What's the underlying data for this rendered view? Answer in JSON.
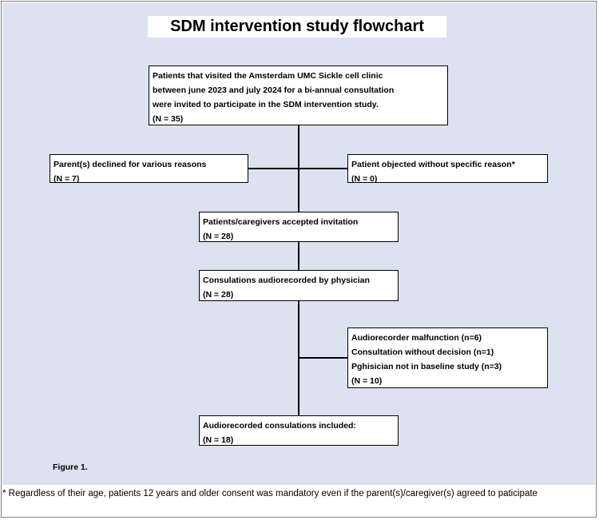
{
  "title": "SDM intervention study flowchart",
  "boxes": {
    "invited": {
      "lines": [
        "Patients that visited the Amsterdam UMC Sickle cell clinic",
        "between june 2023 and july 2024 for a bi-annual consultation",
        "were invited to participate in the SDM intervention study.",
        "(N = 35)"
      ]
    },
    "declined": {
      "lines": [
        "Parent(s) declined for various reasons",
        "(N = 7)"
      ]
    },
    "objected": {
      "lines": [
        "Patient objected without specific reason*",
        "(N = 0)"
      ]
    },
    "accepted": {
      "lines": [
        "Patients/caregivers accepted invitation",
        "(N = 28)"
      ]
    },
    "recorded": {
      "lines": [
        "Consulations audiorecorded by physician",
        "(N = 28)"
      ]
    },
    "excluded": {
      "lines": [
        "Audiorecorder malfunction (n=6)",
        "Consultation without decision (n=1)",
        "Pghisician not  in baseline study (n=3)",
        "(N = 10)"
      ]
    },
    "included": {
      "lines": [
        "Audiorecorded consulations included:",
        "(N = 18)"
      ]
    }
  },
  "figure_label": "Figure 1.",
  "footnote": "* Regardless of their age, patients 12 years and older consent was mandatory even if the parent(s)/caregiver(s) agreed to paticipate"
}
